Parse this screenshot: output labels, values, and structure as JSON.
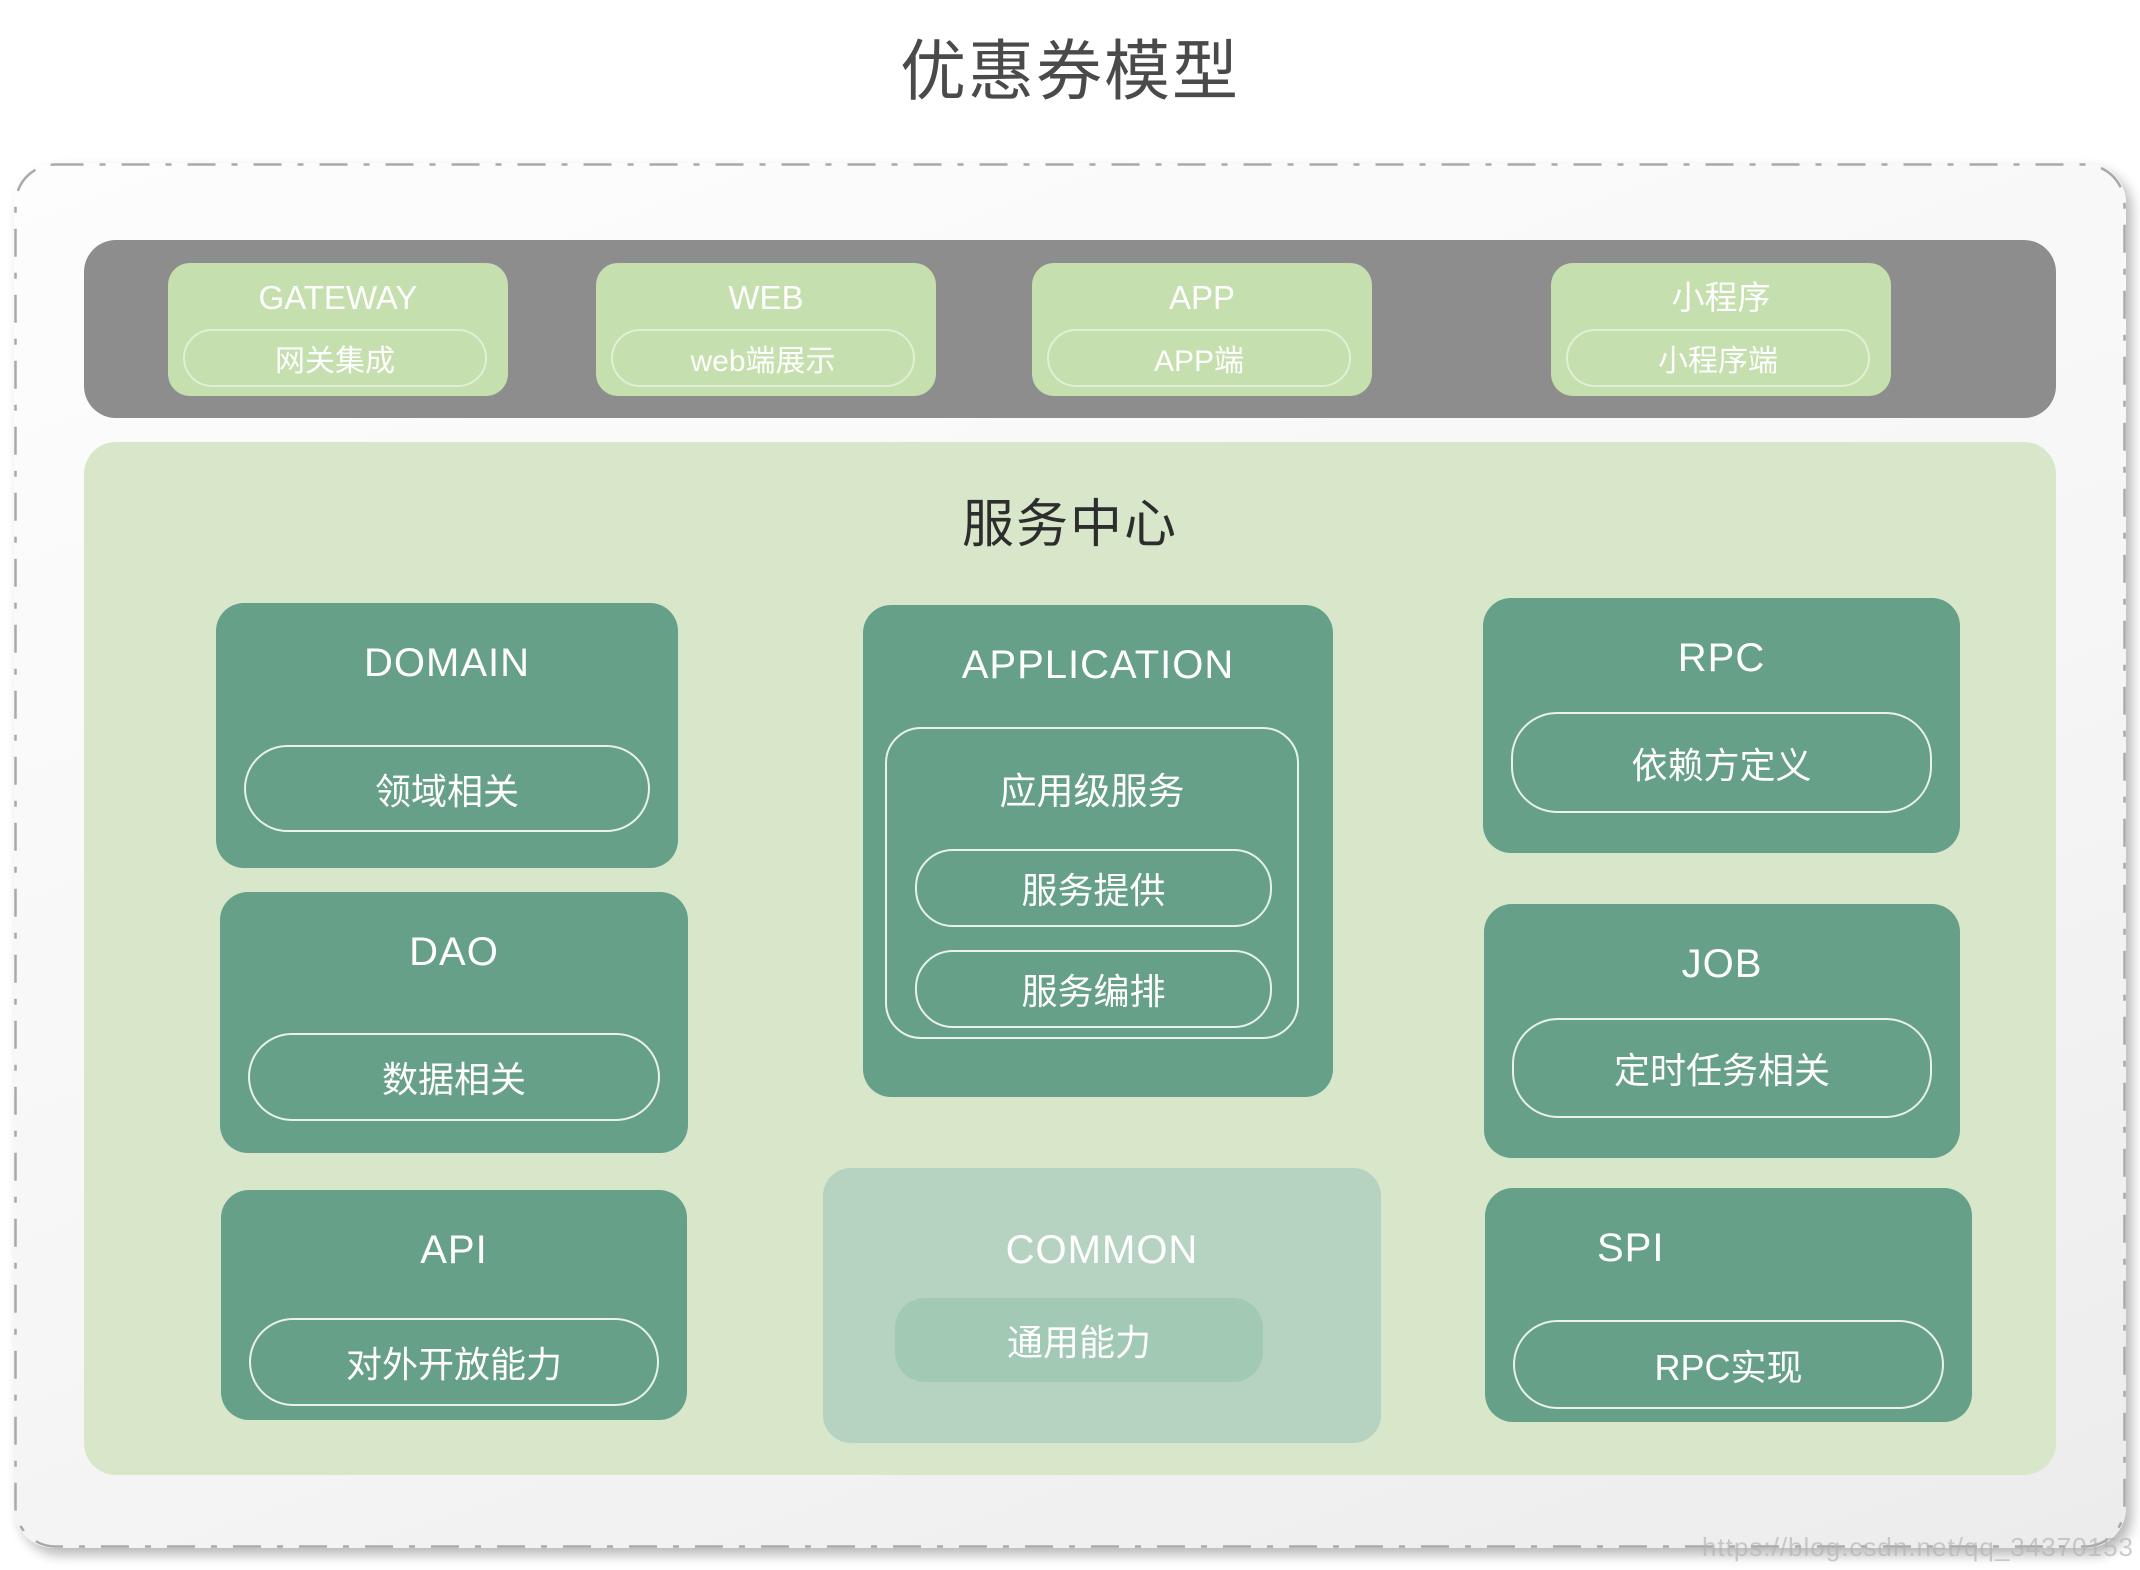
{
  "page_title": "优惠券模型",
  "watermark": "https://blog.csdn.net/qq_34370153",
  "colors": {
    "title_text": "#4a4a4a",
    "top_bar": "#8d8d8d",
    "client_box": "#c5dfae",
    "service_bg": "#d8e7ca",
    "module_box": "#66a089",
    "common_box": "#b6d3c2",
    "common_inner": "#a2c9b3"
  },
  "top_bar": {
    "items": [
      {
        "label": "GATEWAY",
        "sublabel": "网关集成"
      },
      {
        "label": "WEB",
        "sublabel": "web端展示"
      },
      {
        "label": "APP",
        "sublabel": "APP端"
      },
      {
        "label": "小程序",
        "sublabel": "小程序端"
      }
    ]
  },
  "service_center": {
    "title": "服务中心",
    "left_column": [
      {
        "label": "DOMAIN",
        "sublabel": "领域相关"
      },
      {
        "label": "DAO",
        "sublabel": "数据相关"
      },
      {
        "label": "API",
        "sublabel": "对外开放能力"
      }
    ],
    "middle_column": {
      "application": {
        "label": "APPLICATION",
        "group_label": "应用级服务",
        "children": [
          "服务提供",
          "服务编排"
        ]
      },
      "common": {
        "label": "COMMON",
        "sublabel": "通用能力"
      }
    },
    "right_column": [
      {
        "label": "RPC",
        "sublabel": "依赖方定义"
      },
      {
        "label": "JOB",
        "sublabel": "定时任务相关"
      },
      {
        "label": "SPI",
        "sublabel": "RPC实现"
      }
    ]
  }
}
